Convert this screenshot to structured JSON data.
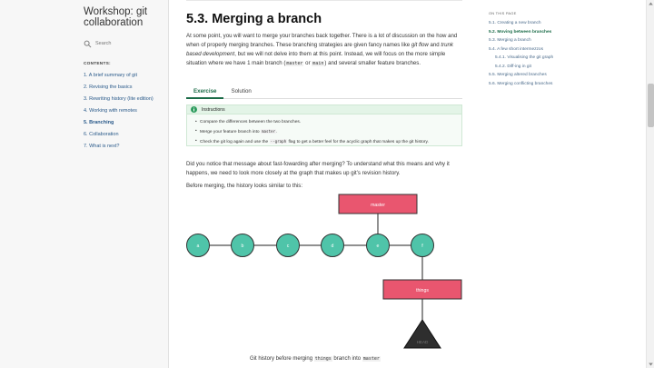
{
  "sidebar": {
    "title": "Workshop: git collaboration",
    "search_placeholder": "Search",
    "contents_caption": "CONTENTS:",
    "items": [
      {
        "label": "1. A brief summary of git"
      },
      {
        "label": "2. Revising the basics"
      },
      {
        "label": "3. Rewriting history (lite edition)"
      },
      {
        "label": "4. Working with remotes"
      },
      {
        "label": "5. Branching",
        "active": true
      },
      {
        "label": "6. Collaboration"
      },
      {
        "label": "7. What is next?"
      }
    ]
  },
  "main": {
    "title": "5.3. Merging a branch",
    "intro": {
      "t1": "At some point, you will want to merge your branches back together. There is a lot of discussion on the how and when of properly merging branches. These branching strategies are given fancy names like ",
      "em1": "git flow",
      "t2": " and ",
      "em2": "trunk based development",
      "t3": ", but we will not delve into them at this point. Instead, we will focus on the more simple situation where we have 1 main branch (",
      "code1": "master",
      "t4": " or ",
      "code2": "main",
      "t5": ") and several smaller feature branches."
    },
    "tabs": [
      {
        "label": "Exercise",
        "active": true
      },
      {
        "label": "Solution"
      }
    ],
    "instructions": {
      "title": "Instructions",
      "items": [
        {
          "text": "Compare the differences between the two branches."
        },
        {
          "pre": "Merge your feature branch into ",
          "code": "master",
          "post": "."
        },
        {
          "pre": "Check the git log again and use the ",
          "code": "--graph",
          "post": " flag to get a better feel for the acyclic graph that makes up the git history."
        }
      ]
    },
    "para2": "Did you notice that message about fast-fowarding after merging? To understand what this means and why it happens, we need to look more closely at the graph that makes up git’s revision history.",
    "para3": "Before merging, the history looks similar to this:",
    "graph": {
      "commits": [
        "a",
        "b",
        "c",
        "d",
        "e",
        "f"
      ],
      "master_label": "master",
      "things_label": "things",
      "head_label": "HEAD",
      "node_color": "#4fc4a9",
      "branch_color": "#e9566f",
      "head_color": "#2e2e2e"
    },
    "caption": {
      "pre": "Git history before merging ",
      "code1": "things",
      "mid": " branch into ",
      "code2": "master"
    }
  },
  "toc": {
    "caption": "ON THIS PAGE",
    "items": [
      {
        "label": "5.1. Creating a new branch"
      },
      {
        "label": "5.2. Moving between branches",
        "active": true
      },
      {
        "label": "5.3. Merging a branch"
      },
      {
        "label": "5.4. A few short intermezzos"
      },
      {
        "label": "5.4.1. Visualising the git graph",
        "sub": true
      },
      {
        "label": "5.4.2. Diff-ing in git",
        "sub": true
      },
      {
        "label": "5.5. Merging altered branches"
      },
      {
        "label": "5.6. Merging conflicting branches"
      }
    ]
  },
  "colors": {
    "accent": "#1a6b47",
    "link": "#2a5a8a"
  }
}
